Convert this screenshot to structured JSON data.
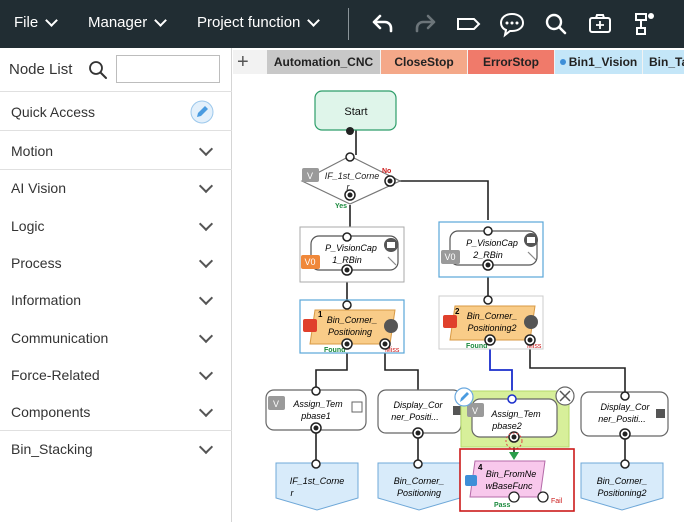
{
  "menu": {
    "file": "File",
    "manager": "Manager",
    "project_function": "Project function"
  },
  "sidebar": {
    "node_list_label": "Node List",
    "search_placeholder": "",
    "quick_access": "Quick Access",
    "categories": [
      "Motion",
      "AI Vision",
      "Logic",
      "Process",
      "Information",
      "Communication",
      "Force-Related",
      "Components",
      "Bin_Stacking"
    ]
  },
  "tabs": [
    {
      "label": "Automation_CNC",
      "color": "#c8c8c8"
    },
    {
      "label": "CloseStop",
      "color": "#f4a889"
    },
    {
      "label": "ErrorStop",
      "color": "#f07a6a"
    },
    {
      "label": "Bin1_Vision",
      "color": "#c4e6f8"
    },
    {
      "label": "Bin_Ta",
      "color": "#c4e6f8"
    }
  ],
  "flow": {
    "start": "Start",
    "if_node": [
      "IF_1st_Corne",
      "r"
    ],
    "if_no": "No",
    "if_yes": "Yes",
    "vision1": [
      "P_VisionCap",
      "1_RBin"
    ],
    "vision2": [
      "P_VisionCap",
      "2_RBin"
    ],
    "v0": "V0",
    "v": "V",
    "corner1": [
      "Bin_Corner_",
      "Positioning"
    ],
    "corner2": [
      "Bin_Corner_",
      "Positioning2"
    ],
    "num1": "1",
    "num2": "2",
    "num4": "4",
    "found": "Found",
    "miss": "Miss",
    "assign1": [
      "Assign_Tem",
      "pbase1"
    ],
    "display1": [
      "Display_Cor",
      "ner_Positi..."
    ],
    "assign2": [
      "Assign_Tem",
      "pbase2"
    ],
    "display2": [
      "Display_Cor",
      "ner_Positi..."
    ],
    "goto_if": [
      "IF_1st_Corne",
      "r"
    ],
    "goto_pos1": [
      "Bin_Corner_",
      "Positioning"
    ],
    "frombase": [
      "Bin_FromNe",
      "wBaseFunc"
    ],
    "goto_pos2": [
      "Bin_Corner_",
      "Positioning2"
    ],
    "pass": "Pass",
    "fail": "Fail"
  }
}
